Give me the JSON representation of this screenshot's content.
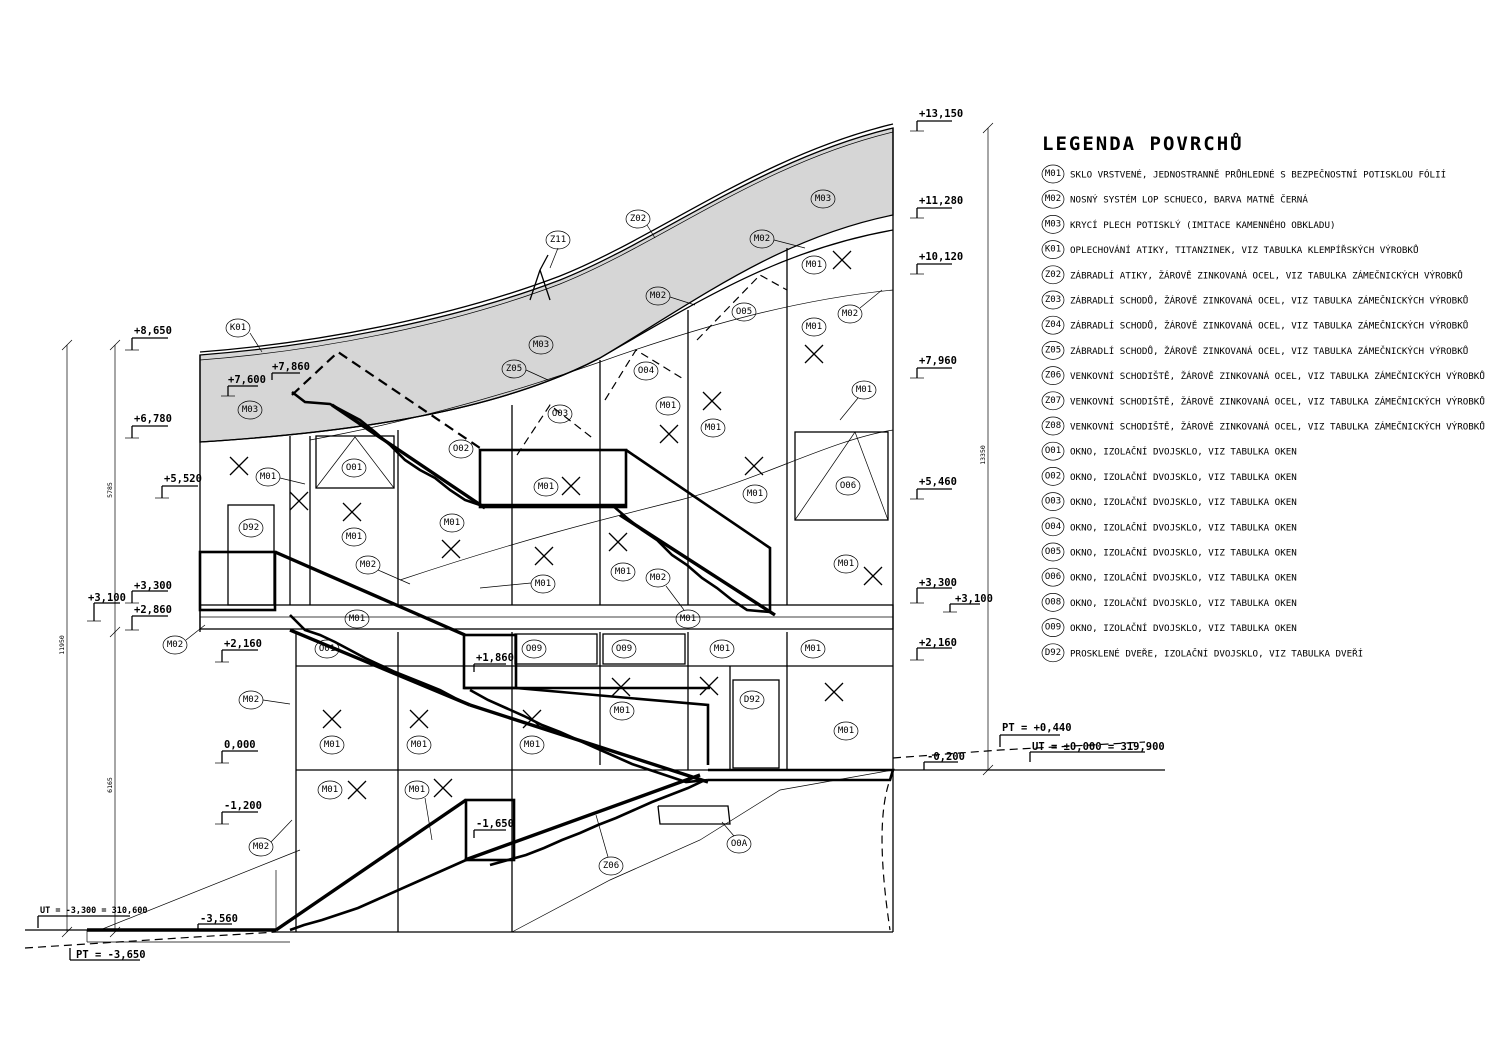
{
  "legend": {
    "title": "LEGENDA POVRCHŮ",
    "items": [
      {
        "code": "M01",
        "text": "SKLO VRSTVENÉ, JEDNOSTRANNĚ PRŮHLEDNÉ S BEZPEČNOSTNÍ POTISKLOU FÓLIÍ"
      },
      {
        "code": "M02",
        "text": "NOSNÝ SYSTÉM LOP SCHUECO, BARVA MATNĚ ČERNÁ"
      },
      {
        "code": "M03",
        "text": "KRYCÍ PLECH POTISKLÝ (IMITACE KAMENNÉHO OBKLADU)"
      },
      {
        "code": "K01",
        "text": "OPLECHOVÁNÍ ATIKY, TITANZINEK, VIZ TABULKA KLEMPÍŘSKÝCH VÝROBKŮ"
      },
      {
        "code": "Z02",
        "text": "ZÁBRADLÍ ATIKY, ŽÁROVĚ ZINKOVANÁ OCEL, VIZ TABULKA ZÁMEČNICKÝCH VÝROBKŮ"
      },
      {
        "code": "Z03",
        "text": "ZÁBRADLÍ SCHODŮ, ŽÁROVĚ ZINKOVANÁ OCEL, VIZ TABULKA ZÁMEČNICKÝCH VÝROBKŮ"
      },
      {
        "code": "Z04",
        "text": "ZÁBRADLÍ SCHODŮ, ŽÁROVĚ ZINKOVANÁ OCEL, VIZ TABULKA ZÁMEČNICKÝCH VÝROBKŮ"
      },
      {
        "code": "Z05",
        "text": "ZÁBRADLÍ SCHODŮ, ŽÁROVĚ ZINKOVANÁ OCEL, VIZ TABULKA ZÁMEČNICKÝCH VÝROBKŮ"
      },
      {
        "code": "Z06",
        "text": "VENKOVNÍ SCHODIŠTĚ, ŽÁROVĚ ZINKOVANÁ OCEL, VIZ TABULKA ZÁMEČNICKÝCH VÝROBKŮ"
      },
      {
        "code": "Z07",
        "text": "VENKOVNÍ SCHODIŠTĚ, ŽÁROVĚ ZINKOVANÁ OCEL, VIZ TABULKA ZÁMEČNICKÝCH VÝROBKŮ"
      },
      {
        "code": "Z08",
        "text": "VENKOVNÍ SCHODIŠTĚ, ŽÁROVĚ ZINKOVANÁ OCEL, VIZ TABULKA ZÁMEČNICKÝCH VÝROBKŮ"
      },
      {
        "code": "O01",
        "text": "OKNO, IZOLAČNÍ DVOJSKLO, VIZ TABULKA OKEN"
      },
      {
        "code": "O02",
        "text": "OKNO, IZOLAČNÍ DVOJSKLO, VIZ TABULKA OKEN"
      },
      {
        "code": "O03",
        "text": "OKNO, IZOLAČNÍ DVOJSKLO, VIZ TABULKA OKEN"
      },
      {
        "code": "O04",
        "text": "OKNO, IZOLAČNÍ DVOJSKLO, VIZ TABULKA OKEN"
      },
      {
        "code": "O05",
        "text": "OKNO, IZOLAČNÍ DVOJSKLO, VIZ TABULKA OKEN"
      },
      {
        "code": "O06",
        "text": "OKNO, IZOLAČNÍ DVOJSKLO, VIZ TABULKA OKEN"
      },
      {
        "code": "O08",
        "text": "OKNO, IZOLAČNÍ DVOJSKLO, VIZ TABULKA OKEN"
      },
      {
        "code": "O09",
        "text": "OKNO, IZOLAČNÍ DVOJSKLO, VIZ TABULKA OKEN"
      },
      {
        "code": "D92",
        "text": "PROSKLENÉ DVEŘE, IZOLAČNÍ DVOJSKLO, VIZ TABULKA DVEŘÍ"
      }
    ]
  },
  "levels": {
    "right": [
      "+13,150",
      "+11,280",
      "+10,120",
      "+7,960",
      "+5,460",
      "+3,300",
      "+3,100",
      "+2,160",
      "-0,200"
    ],
    "left": [
      "+8,650",
      "+7,860",
      "+7,600",
      "+6,780",
      "+5,520",
      "+3,300",
      "+3,100",
      "+2,860",
      "+2,160",
      "0,000",
      "-1,200",
      "-3,560"
    ],
    "interior": [
      "+1,860",
      "-1,650"
    ]
  },
  "terrain": {
    "pt_right": "PT = +0,440",
    "ut_right": "UT = ±0,000 = 319,900",
    "ut_left": "UT = -3,300 = 310,600",
    "pt_left": "PT = -3,650"
  },
  "dimensions": {
    "total_left": "11950",
    "upper_left": "5785",
    "lower_left": "6165",
    "total_right": "13350"
  },
  "tags": {
    "k01": "K01",
    "z02": "Z02",
    "z11": "Z11",
    "m03": "M03",
    "m02": "M02",
    "m01": "M01",
    "z05": "Z05",
    "z06": "Z06",
    "o01": "O01",
    "o02": "O02",
    "o03": "O03",
    "o04": "O04",
    "o05": "O05",
    "o06": "O06",
    "o09": "O09",
    "o0a": "O0A",
    "d92": "D92"
  }
}
